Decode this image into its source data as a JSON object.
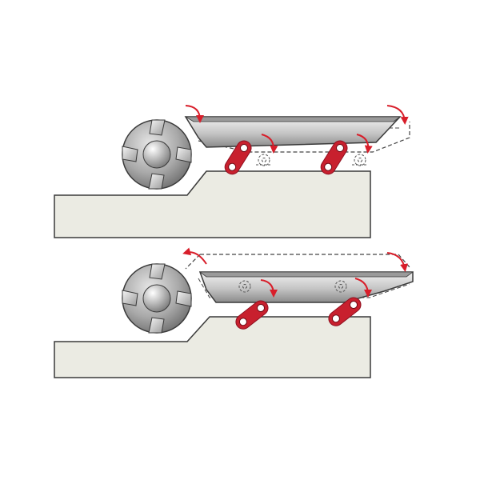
{
  "figure": {
    "panels": [
      {
        "id": "top",
        "state": "raised"
      },
      {
        "id": "bottom",
        "state": "lowered"
      }
    ]
  },
  "colors": {
    "background": "#ffffff",
    "table_fill": "#ebebe3",
    "outline": "#3a3a3a",
    "cutter_light": "#d9d9d9",
    "cutter_dark": "#8e8e8e",
    "link_red": "#c8202e",
    "link_red_dark": "#8f1020",
    "arrow_red": "#d81e2a",
    "dashed_outline": "#444444"
  },
  "icons": [
    "cutter-head-icon",
    "plane-blade-icon",
    "parallelogram-link-icon",
    "rotation-arrow-icon"
  ]
}
